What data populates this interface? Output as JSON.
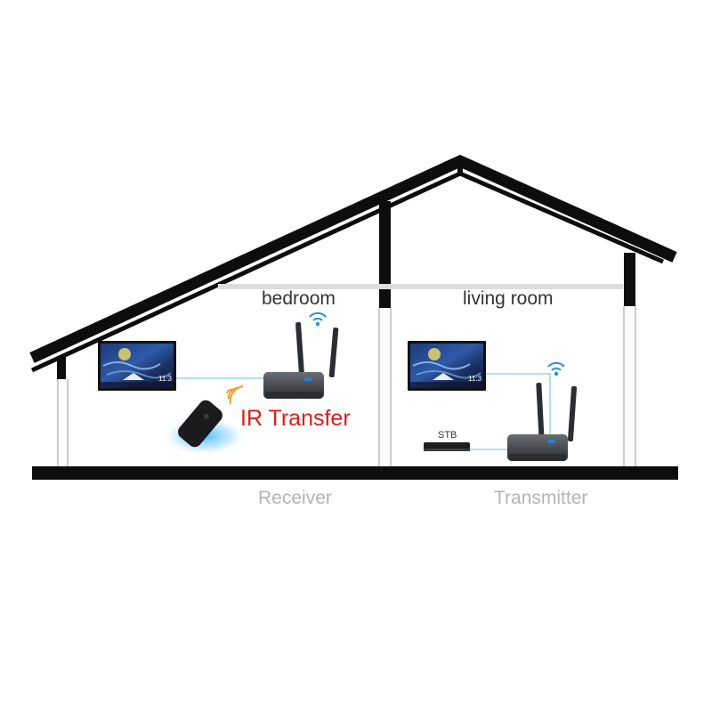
{
  "rooms": {
    "left": {
      "label": "bedroom"
    },
    "right": {
      "label": "living room"
    }
  },
  "callout": {
    "label": "IR Transfer",
    "color": "#e01b1b"
  },
  "devices": {
    "stb": {
      "label": "STB"
    },
    "receiver": {
      "label": "Receiver"
    },
    "transmitter": {
      "label": "Transmitter"
    }
  },
  "tv_screen": {
    "time": "11:3"
  },
  "colors": {
    "wall": "#0d0d0d",
    "label": "#333333",
    "device_label": "#b4b4b4",
    "wifi": "#2a8fd9",
    "signal_line": "#9fd3ef",
    "remote_glow": "#4fb8ff",
    "ir_arc": "#f0a030"
  }
}
